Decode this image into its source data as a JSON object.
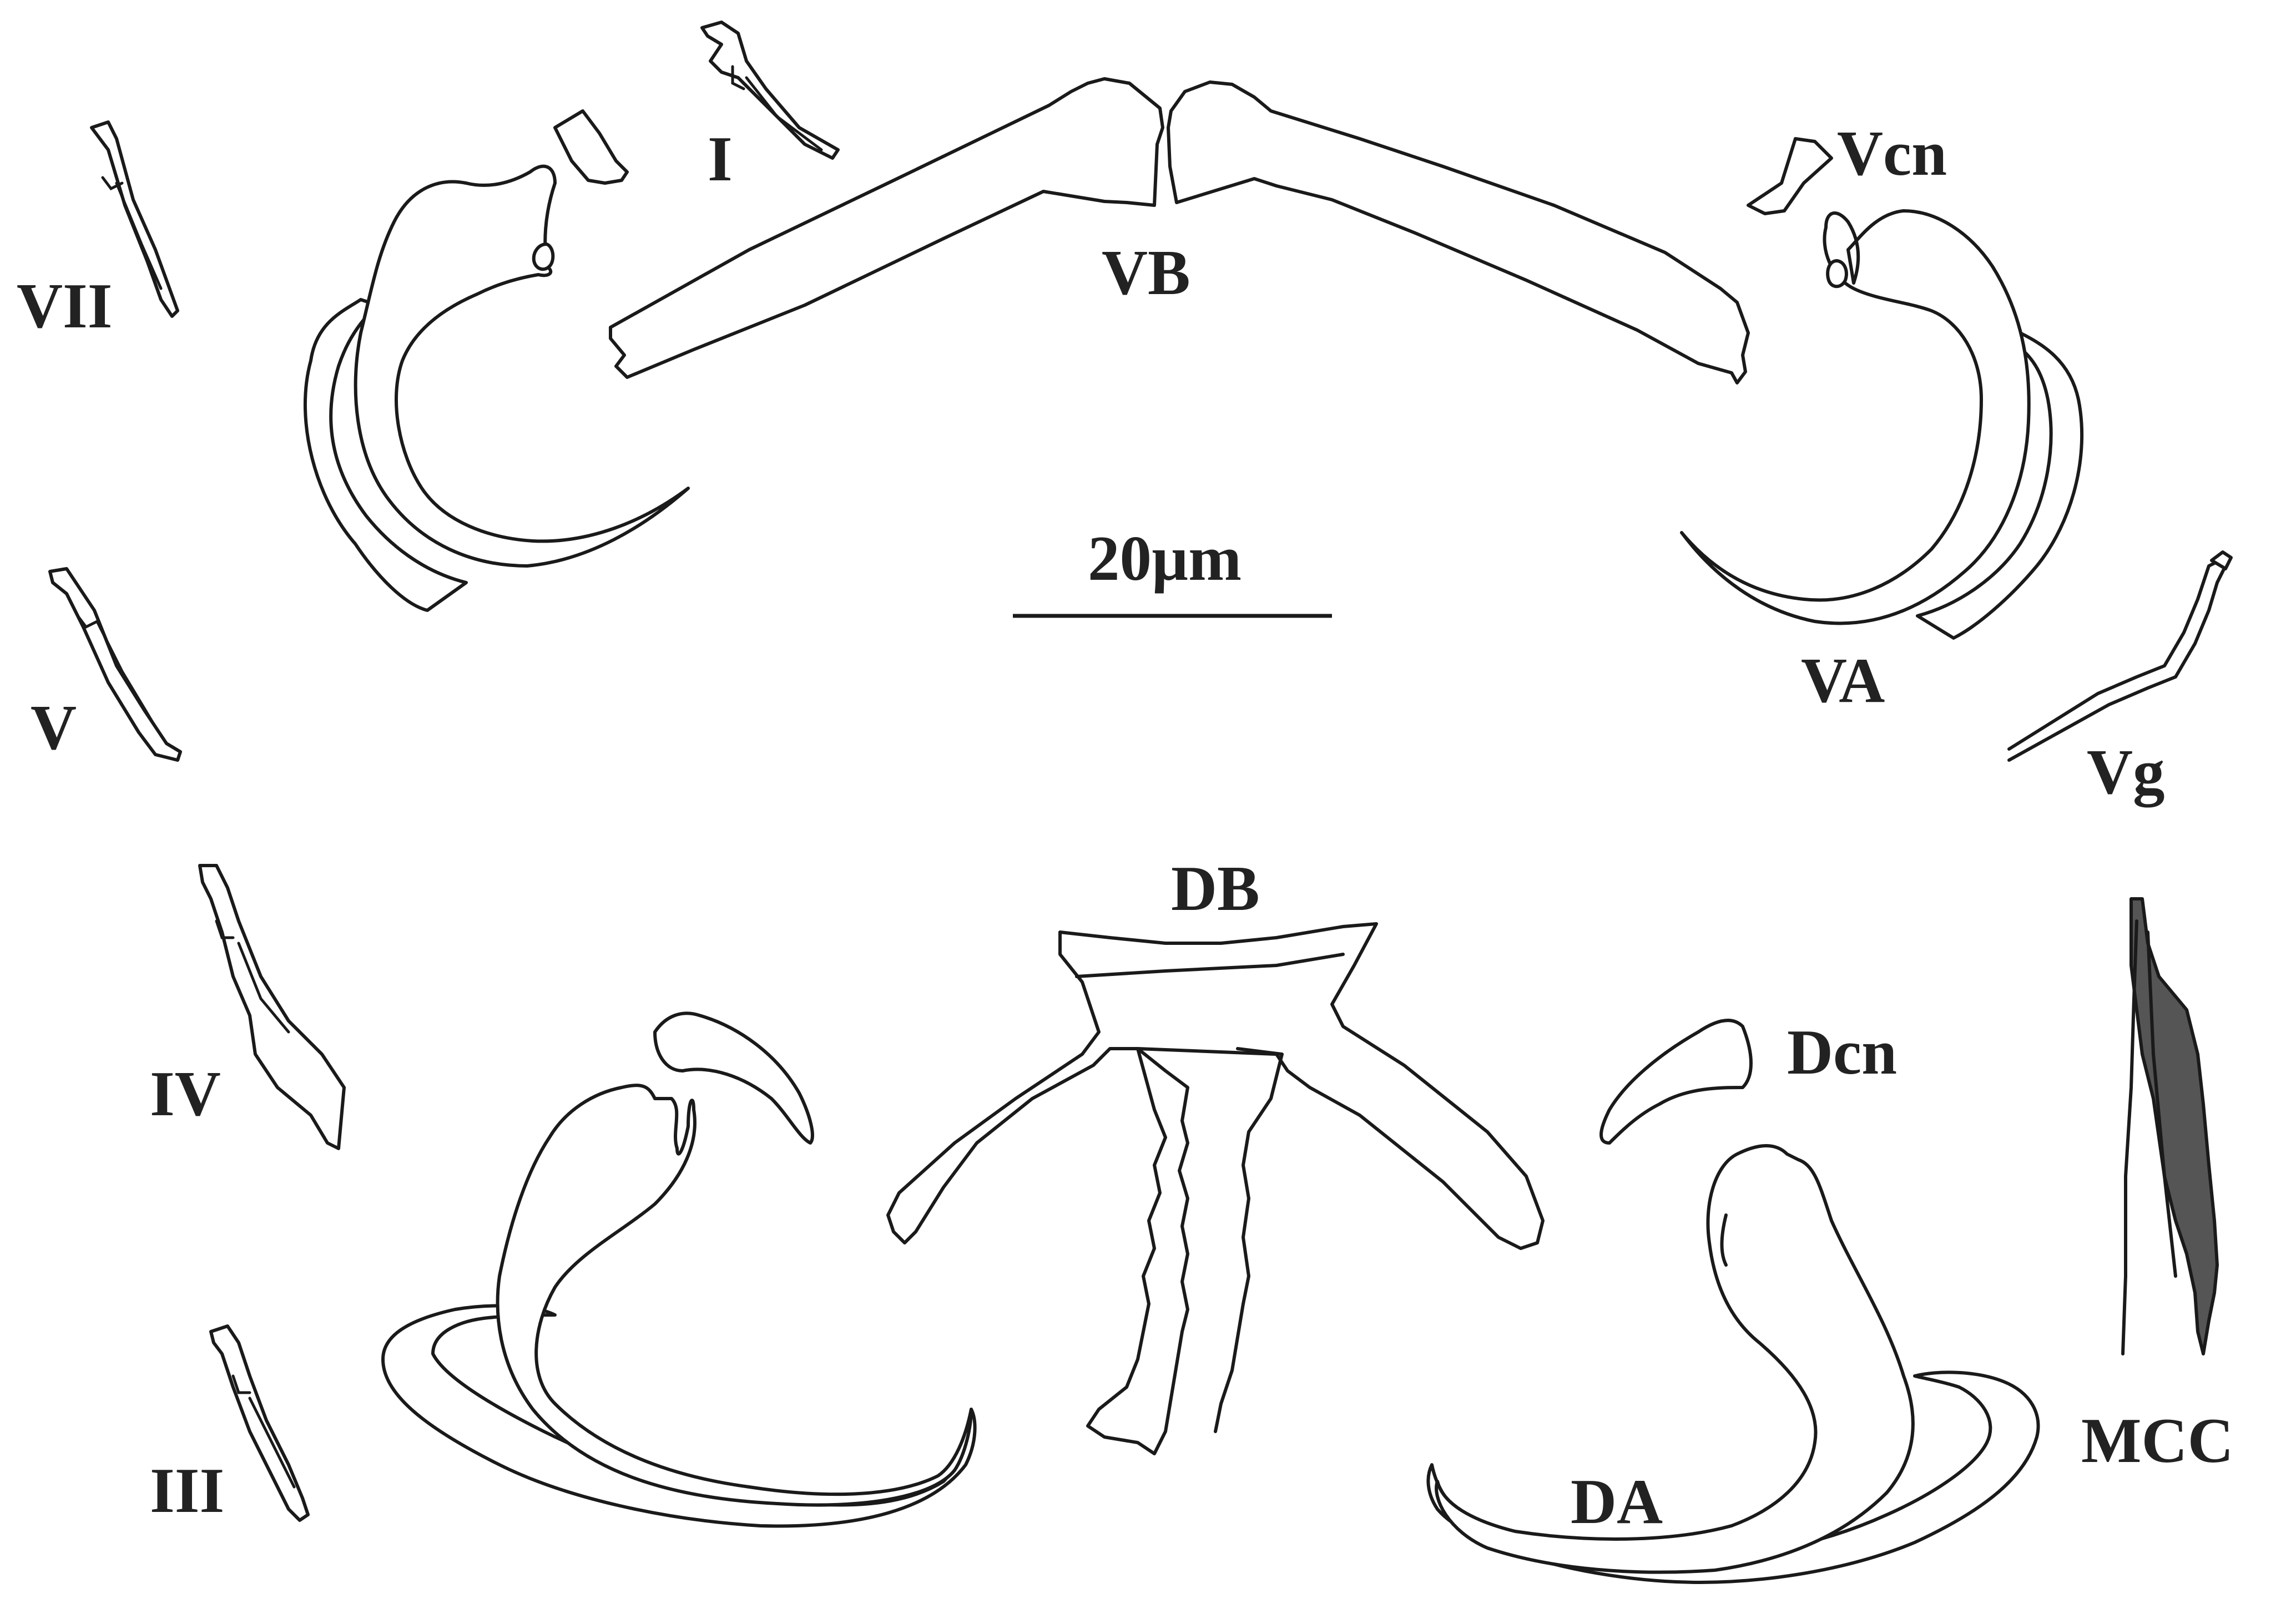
{
  "labels": {
    "vii": "VII",
    "i": "I",
    "vb": "VB",
    "vcn": "Vcn",
    "v": "V",
    "va": "VA",
    "vg": "Vg",
    "scale": "20µm",
    "db": "DB",
    "iv": "IV",
    "dcn": "Dcn",
    "iii": "III",
    "da": "DA",
    "mcc": "MCC"
  },
  "colors": {
    "outline": "#1a1a1a",
    "text": "#222222",
    "mcc_fill": "#555555",
    "background": "#ffffff"
  }
}
